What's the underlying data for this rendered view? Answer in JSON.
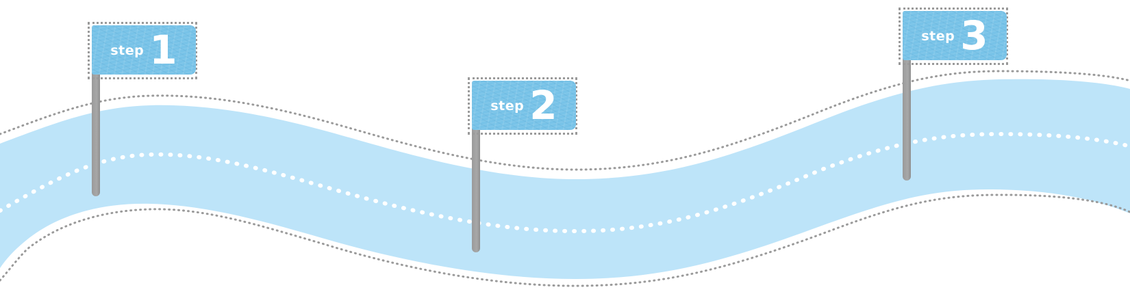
{
  "colors": {
    "road_fill": "#bde4f9",
    "road_center_dots": "#ffffff",
    "road_edge_dots": "#9a9a9a",
    "flag_fill": "#78c3e8",
    "pole": "#a0a0a0",
    "flag_text": "#ffffff"
  },
  "steps": [
    {
      "word": "step",
      "number": "1"
    },
    {
      "word": "step",
      "number": "2"
    },
    {
      "word": "step",
      "number": "3"
    }
  ]
}
